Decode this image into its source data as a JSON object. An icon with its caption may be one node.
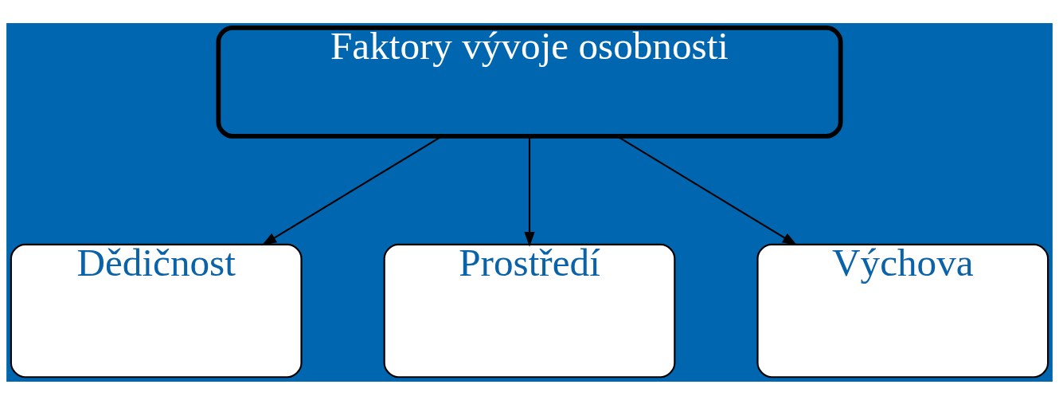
{
  "diagram": {
    "nodes": [
      {
        "text": [
          "Faktory vývoje osobnosti"
        ]
      },
      {
        "text": [
          "Dědičnost"
        ]
      },
      {
        "text": [
          "Prostředí"
        ]
      },
      {
        "text": [
          "Výchova"
        ]
      }
    ],
    "edges": [
      {
        "from": 0,
        "to": 1,
        "arrow": "to"
      },
      {
        "from": 0,
        "to": 2,
        "arrow": "to"
      },
      {
        "from": 0,
        "to": 3,
        "arrow": "to"
      }
    ]
  }
}
